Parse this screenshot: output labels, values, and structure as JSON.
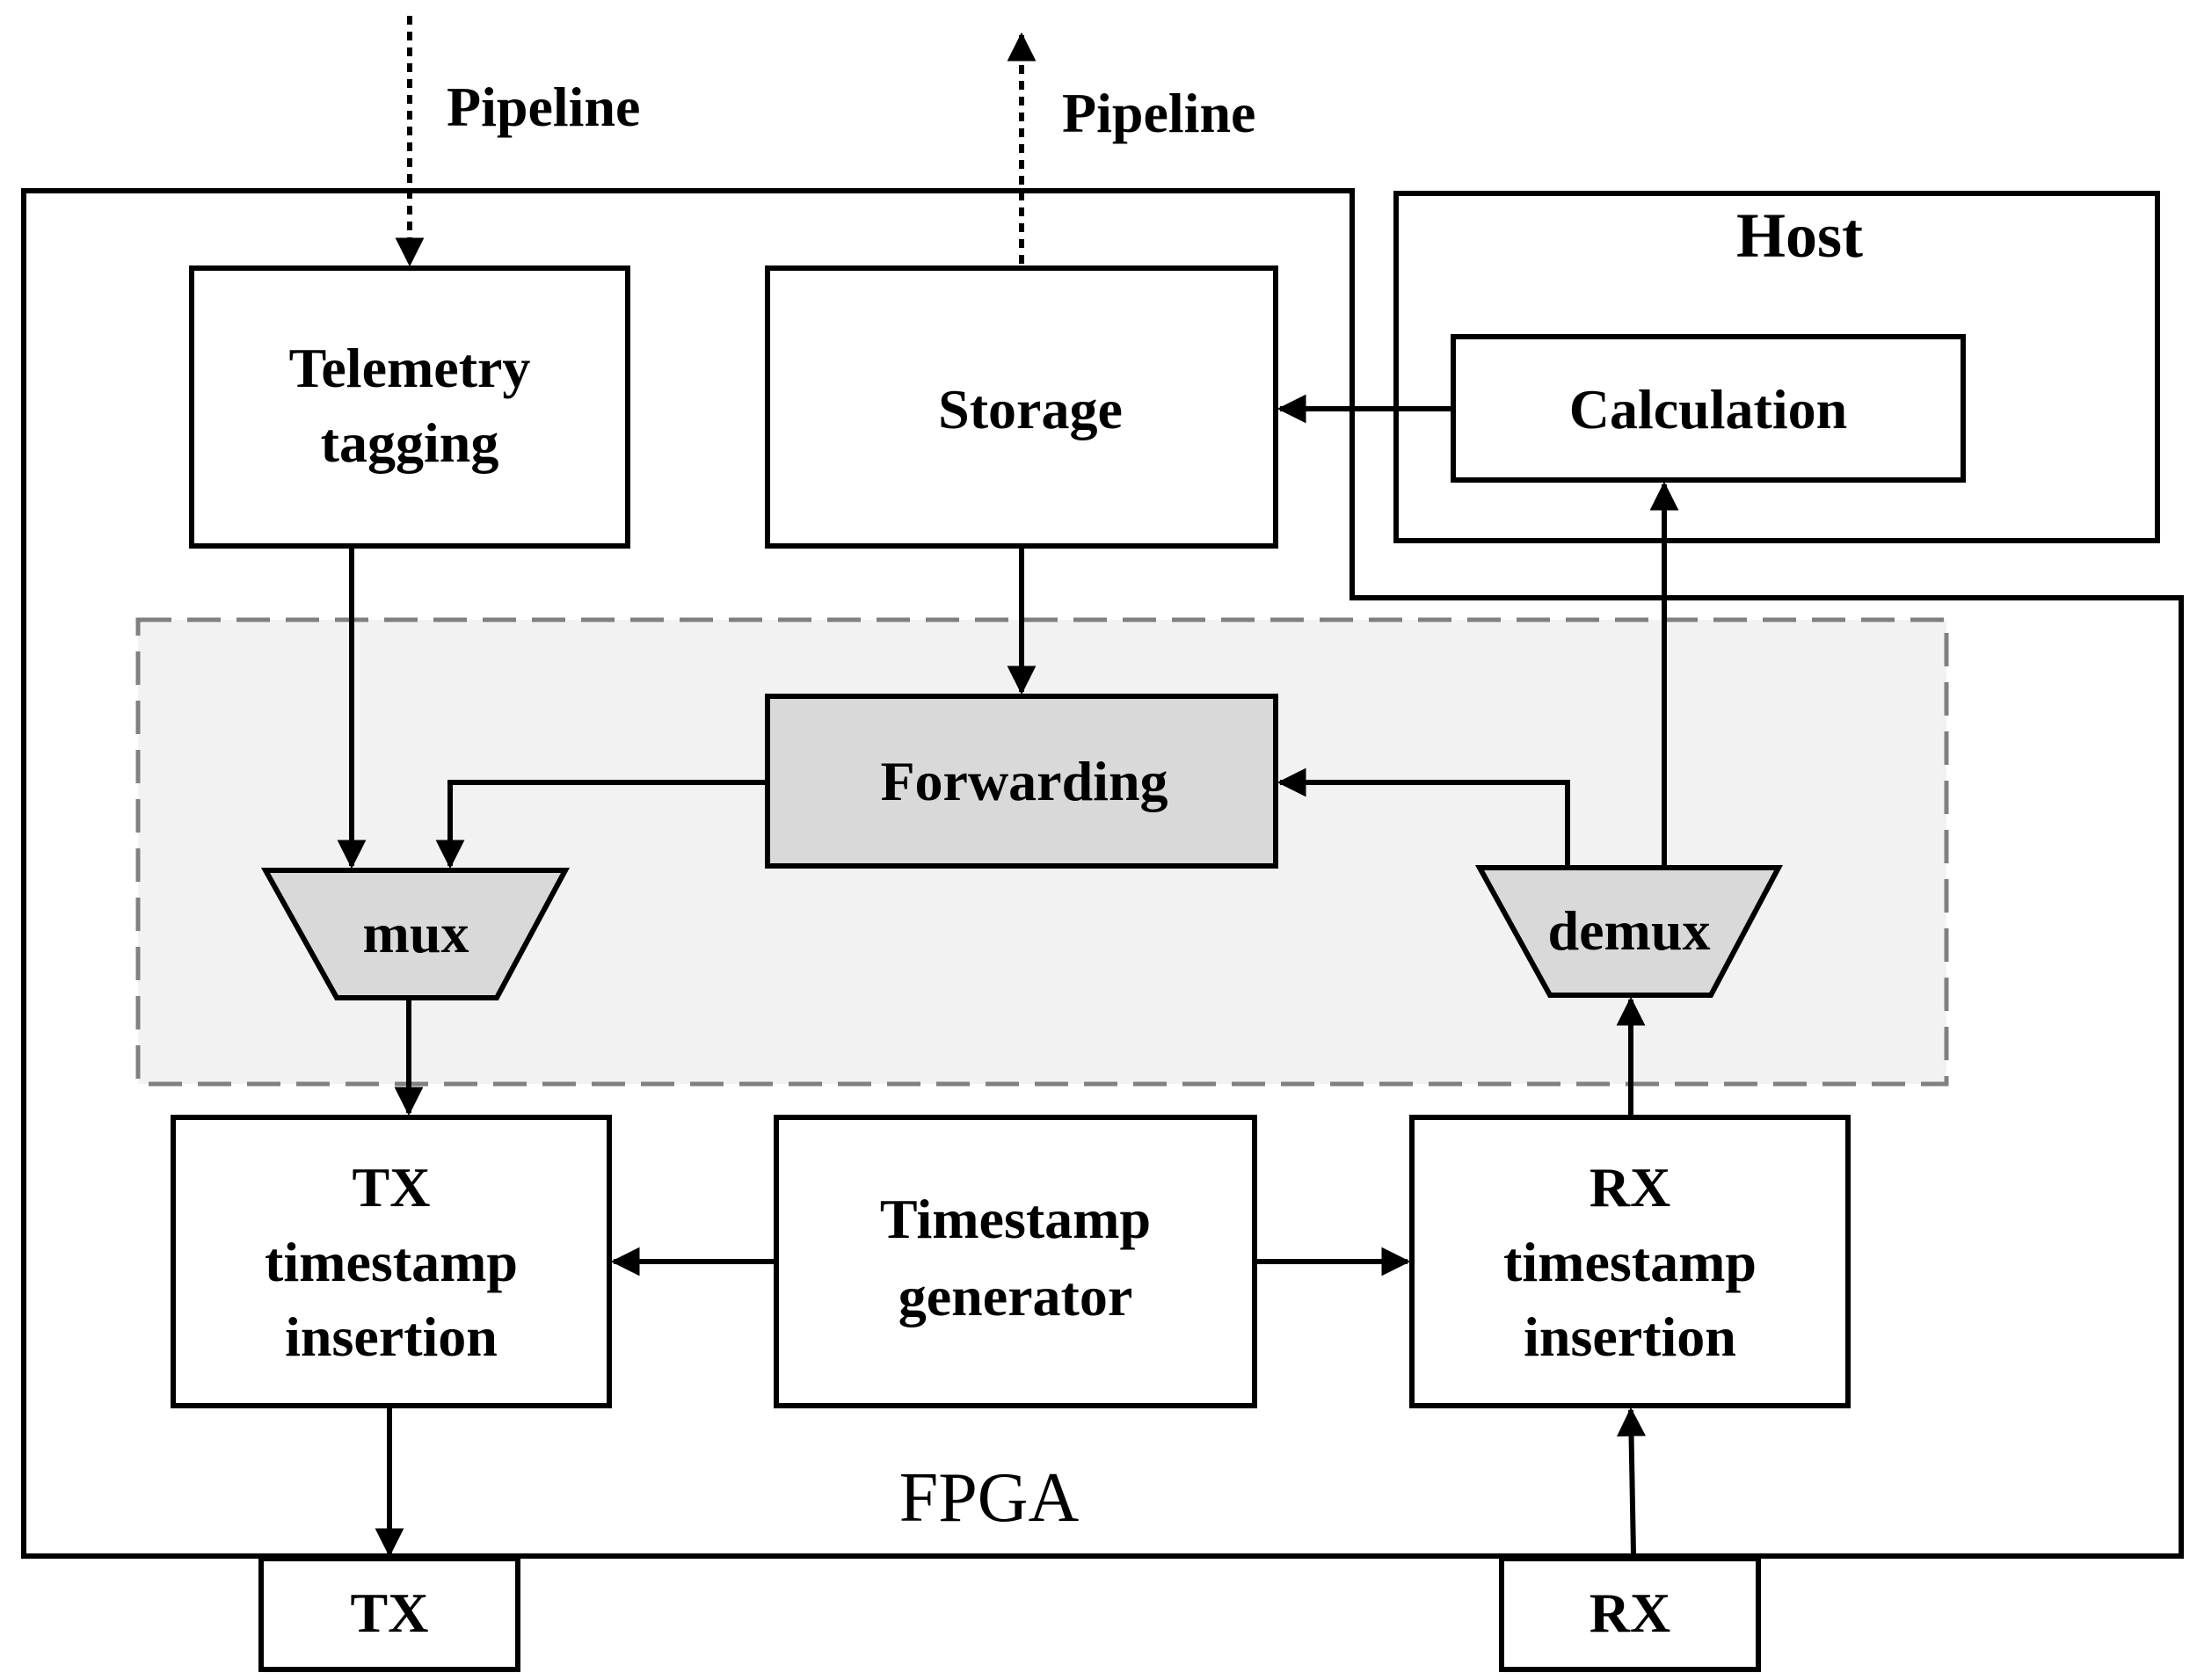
{
  "labels": {
    "pipeline_in": "Pipeline",
    "pipeline_out": "Pipeline",
    "host": "Host",
    "calculation": "Calculation",
    "telemetry_line1": "Telemetry",
    "telemetry_line2": "tagging",
    "storage": "Storage",
    "forwarding": "Forwarding",
    "mux": "mux",
    "demux": "demux",
    "tx_ts_line1": "TX",
    "tx_ts_line2": "timestamp",
    "tx_ts_line3": "insertion",
    "ts_gen_line1": "Timestamp",
    "ts_gen_line2": "generator",
    "rx_ts_line1": "RX",
    "rx_ts_line2": "timestamp",
    "rx_ts_line3": "insertion",
    "fpga": "FPGA",
    "tx_port": "TX",
    "rx_port": "RX"
  },
  "colors": {
    "highlight_region_fill": "#f2f2f2",
    "highlight_region_border": "#808080",
    "gray_block_fill": "#d9d9d9",
    "line": "#000000"
  }
}
